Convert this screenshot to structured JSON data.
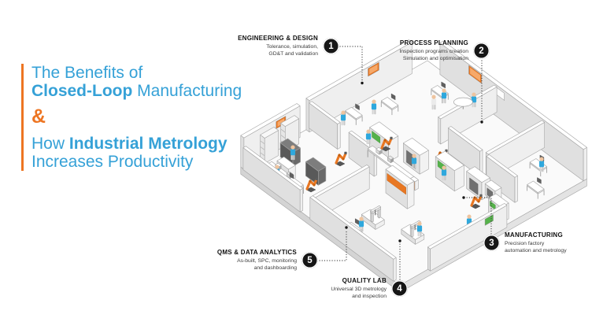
{
  "title": {
    "line1": "The Benefits of",
    "line2_bold": "Closed-Loop",
    "line2_rest": " Manufacturing",
    "ampersand": "&",
    "line3_pre": "How ",
    "line3_bold": "Industrial Metrology",
    "line4": "Increases Productivity",
    "accent_blue": "#35a1d7",
    "accent_orange": "#ed7522"
  },
  "callouts": [
    {
      "num": "1",
      "title": "ENGINEERING & DESIGN",
      "line1": "Tolerance, simulation,",
      "line2": "GD&T and validation"
    },
    {
      "num": "2",
      "title": "PROCESS PLANNING",
      "line1": "Inspection programs creation",
      "line2": "Simulation and optimisation"
    },
    {
      "num": "3",
      "title": "MANUFACTURING",
      "line1": "Precision factory",
      "line2": "automation and metrology"
    },
    {
      "num": "4",
      "title": "QUALITY LAB",
      "line1": "Universal 3D metrology",
      "line2": "and inspection"
    },
    {
      "num": "5",
      "title": "QMS & DATA ANALYTICS",
      "line1": "As-built, SPC, monitoring",
      "line2": "and dashboarding"
    }
  ],
  "illustration": {
    "name": "isometric-smart-factory",
    "colors": {
      "floor_top": "#fafafa",
      "floor_side_l": "#d4d4d4",
      "floor_side_r": "#e3e3e3",
      "wall_top": "#ffffff",
      "wall_left": "#e0e0e0",
      "wall_right": "#efefef",
      "outline": "#a3a3a3",
      "orange": "#e87722",
      "orange_light": "#f6a96a",
      "green": "#55b24a",
      "blue_person": "#2fa8dd",
      "skin": "#eec49f",
      "callout_line": "#3d3d3d",
      "dot": "#141414"
    }
  }
}
